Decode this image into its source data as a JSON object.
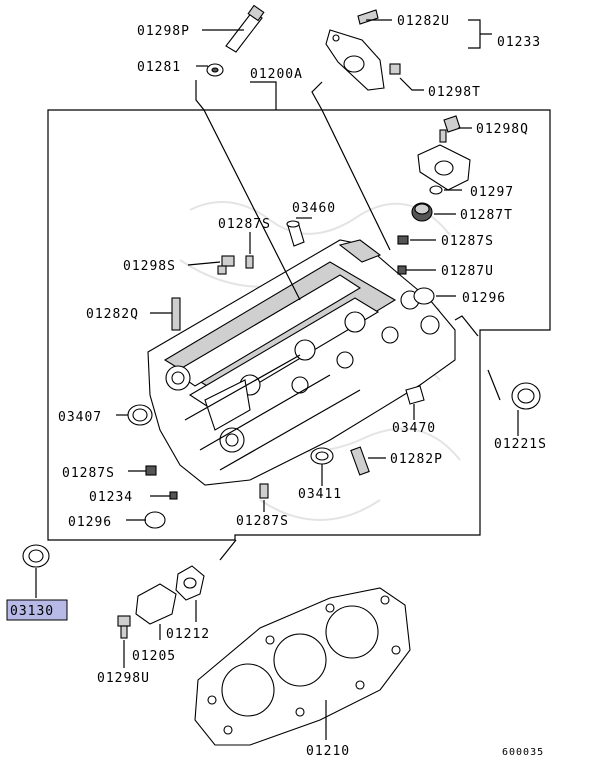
{
  "labels": {
    "p01298P": "01298P",
    "p01281": "01281",
    "p01282U": "01282U",
    "p01233": "01233",
    "p01298T": "01298T",
    "p01200A": "01200A",
    "p01298Q": "01298Q",
    "p01297": "01297",
    "p01287T": "01287T",
    "p03460": "03460",
    "p01287S_a": "01287S",
    "p01287S_b": "01287S",
    "p01298S": "01298S",
    "p01287U": "01287U",
    "p01296_a": "01296",
    "p01282Q": "01282Q",
    "p03407": "03407",
    "p03470": "03470",
    "p01221S": "01221S",
    "p01287S_c": "01287S",
    "p01282P": "01282P",
    "p01234": "01234",
    "p03411": "03411",
    "p01296_b": "01296",
    "p01287S_d": "01287S",
    "p03130": "03130",
    "p01212": "01212",
    "p01205": "01205",
    "p01298U": "01298U",
    "p01210": "01210",
    "diagram_id": "600035"
  },
  "colors": {
    "highlight": "#b7b9e6",
    "line": "#000000"
  }
}
